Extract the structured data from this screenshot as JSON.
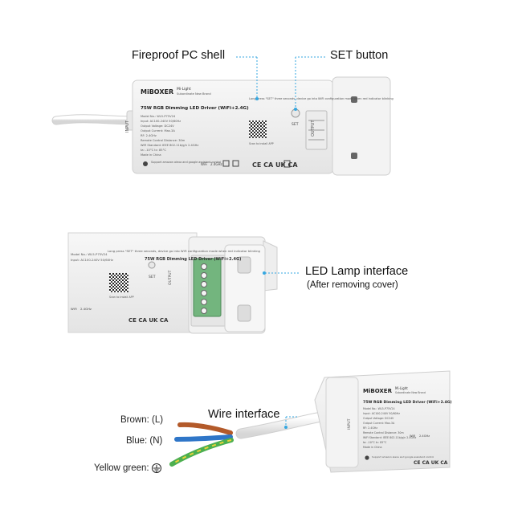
{
  "callouts": {
    "shell": "Fireproof PC shell",
    "set_button": "SET button",
    "led_interface": "LED Lamp interface",
    "led_interface_note": "(After removing cover)",
    "wire_interface": "Wire interface"
  },
  "wires": {
    "brown": "Brown: (L)",
    "blue": "Blue: (N)",
    "yellow": "Yellow green:"
  },
  "product": {
    "brand": "MiBOXER",
    "brand_tag": "Mi·Light",
    "brand_sub": "Subordinate New Brand",
    "title_main": "75W RGB Dimming LED Driver (WiFi+2.4G)",
    "title_short": "75W RGB Dimming LED Driver (WiFi+2.4G)",
    "set_label": "SET",
    "input_label": "INPUT",
    "output_label": "OUTPUT",
    "model": "Model No.: WL5-P75V24",
    "input_spec": "Input: AC100-240V  50/60Hz",
    "output_voltage": "Output Voltage: DC24V",
    "output_current": "Output Current: Max.3A",
    "rf": "RF: 2.4GHz",
    "remote_distance": "Remote Control Distance: 30m",
    "wifi_standard": "WiFi Standard: IEEE 802.11b/g/n  2.4GHz",
    "temperature": "ta: -10°C    tc: 85°C",
    "made_in": "Made in China",
    "hint": "Long press \"SET\" three seconds, device go into WiFi configuration mode when red indicator blinking",
    "qr_caption": "Scan to install APP",
    "voice": "Support amazon alexa and google assistant control",
    "wifi": "WiFi",
    "rf_freq": "2.4GHz",
    "certs": "CE CA UK CA"
  }
}
